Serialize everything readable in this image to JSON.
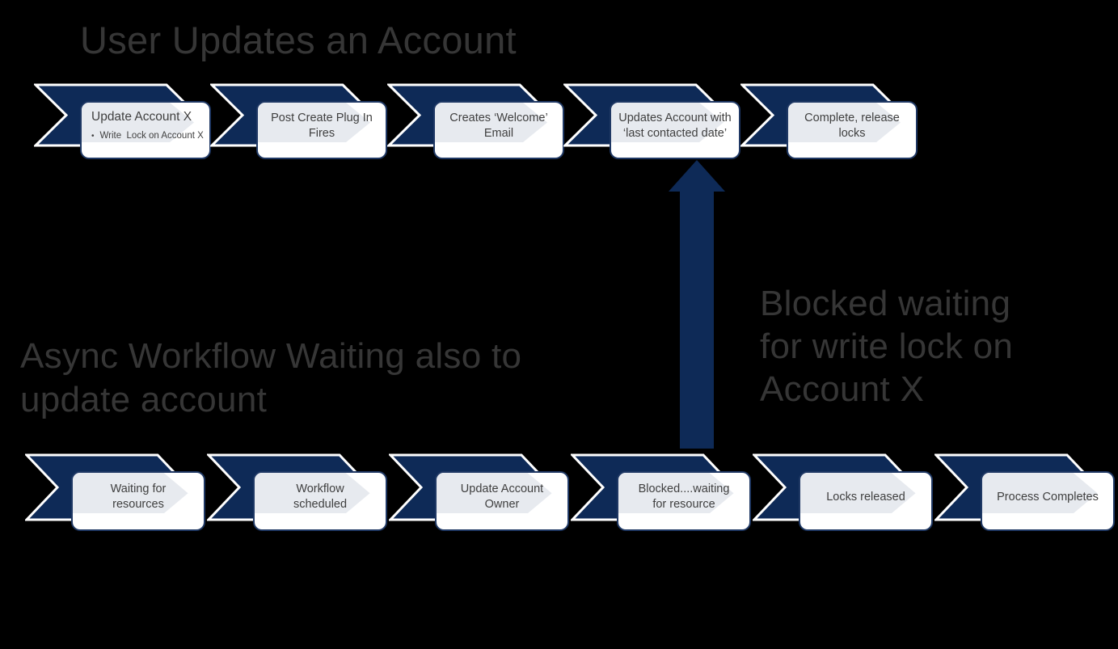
{
  "title": "User Updates an Account",
  "async_label": {
    "lines": [
      "Async Workflow Waiting also to",
      "update account"
    ]
  },
  "blocked_label": {
    "lines": [
      "Blocked waiting",
      "for write lock on",
      "Account X"
    ]
  },
  "top_row": {
    "steps": [
      {
        "heading": "Update Account X",
        "bullet": "Write  Lock on Account X"
      },
      {
        "label": "Post Create Plug In Fires"
      },
      {
        "label": "Creates ‘Welcome’ Email"
      },
      {
        "label": "Updates Account with ‘last contacted date’"
      },
      {
        "label": "Complete, release locks"
      }
    ]
  },
  "bottom_row": {
    "steps": [
      {
        "label": "Waiting for resources"
      },
      {
        "label": "Workflow scheduled"
      },
      {
        "label": "Update Account Owner"
      },
      {
        "label": "Blocked....waiting for resource"
      },
      {
        "label": "Locks released"
      },
      {
        "label": "Process Completes"
      }
    ]
  },
  "colors": {
    "background": "#000000",
    "chevron_navy": "#0e2a57",
    "box_border_navy": "#1f3864",
    "watermark_gray": "#e7eaef",
    "box_text": "#3f3f3f",
    "heading_gray": "#363636"
  }
}
